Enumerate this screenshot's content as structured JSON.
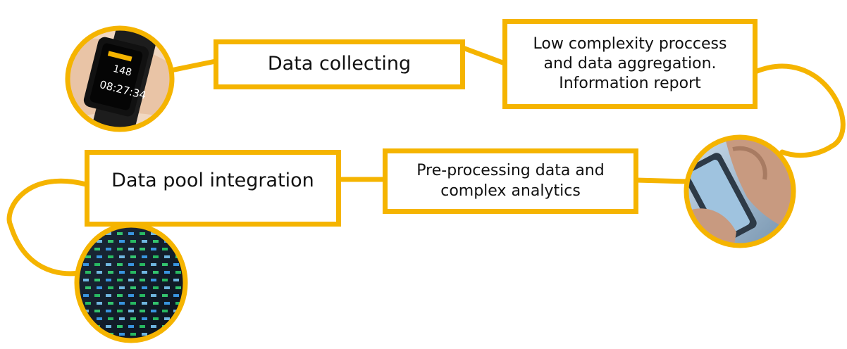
{
  "steps": {
    "collecting": "Data collecting",
    "low_complexity": "Low complexity proccess\nand data aggregation.\nInformation report",
    "preprocessing": "Pre-processing data and\ncomplex analytics",
    "pool": "Data pool integration"
  },
  "images": {
    "smartwatch": {
      "icon": "smartwatch-photo",
      "screen_lines": [
        "148",
        "08:27:34"
      ]
    },
    "smartphone": {
      "icon": "smartphone-photo"
    },
    "servers": {
      "icon": "server-rack-photo"
    }
  },
  "colors": {
    "accent": "#F5B400",
    "text": "#111111",
    "background": "#ffffff"
  }
}
